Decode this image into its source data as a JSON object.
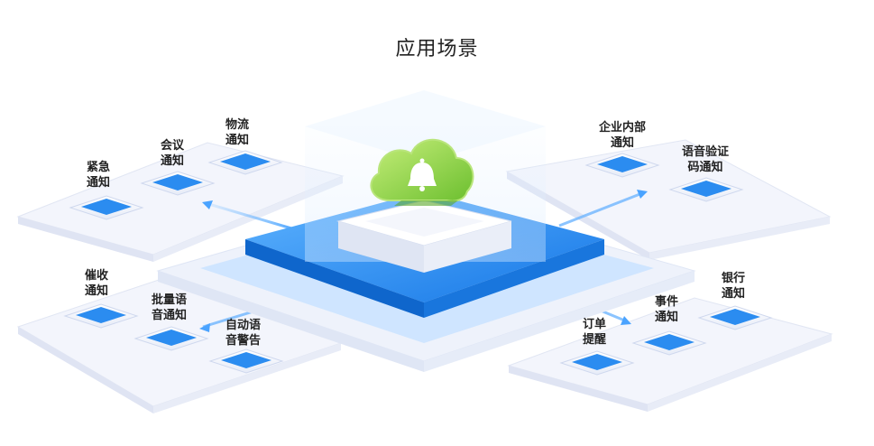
{
  "title": "应用场景",
  "colors": {
    "accent_blue": "#1e8cf0",
    "cloud_green": "#8ed04a",
    "platform": "#eef2fb"
  },
  "center_icon": "bell-in-cloud-icon",
  "groups": [
    {
      "name": "top-left",
      "items": [
        {
          "lines": [
            "紧急",
            "通知"
          ]
        },
        {
          "lines": [
            "会议",
            "通知"
          ]
        },
        {
          "lines": [
            "物流",
            "通知"
          ]
        }
      ]
    },
    {
      "name": "top-right",
      "items": [
        {
          "lines": [
            "企业内部",
            "通知"
          ]
        },
        {
          "lines": [
            "语音验证",
            "码通知"
          ]
        }
      ]
    },
    {
      "name": "bottom-left",
      "items": [
        {
          "lines": [
            "催收",
            "通知"
          ]
        },
        {
          "lines": [
            "批量语",
            "音通知"
          ]
        },
        {
          "lines": [
            "自动语",
            "音警告"
          ]
        }
      ]
    },
    {
      "name": "bottom-right",
      "items": [
        {
          "lines": [
            "订单",
            "提醒"
          ]
        },
        {
          "lines": [
            "事件",
            "通知"
          ]
        },
        {
          "lines": [
            "银行",
            "通知"
          ]
        }
      ]
    }
  ]
}
